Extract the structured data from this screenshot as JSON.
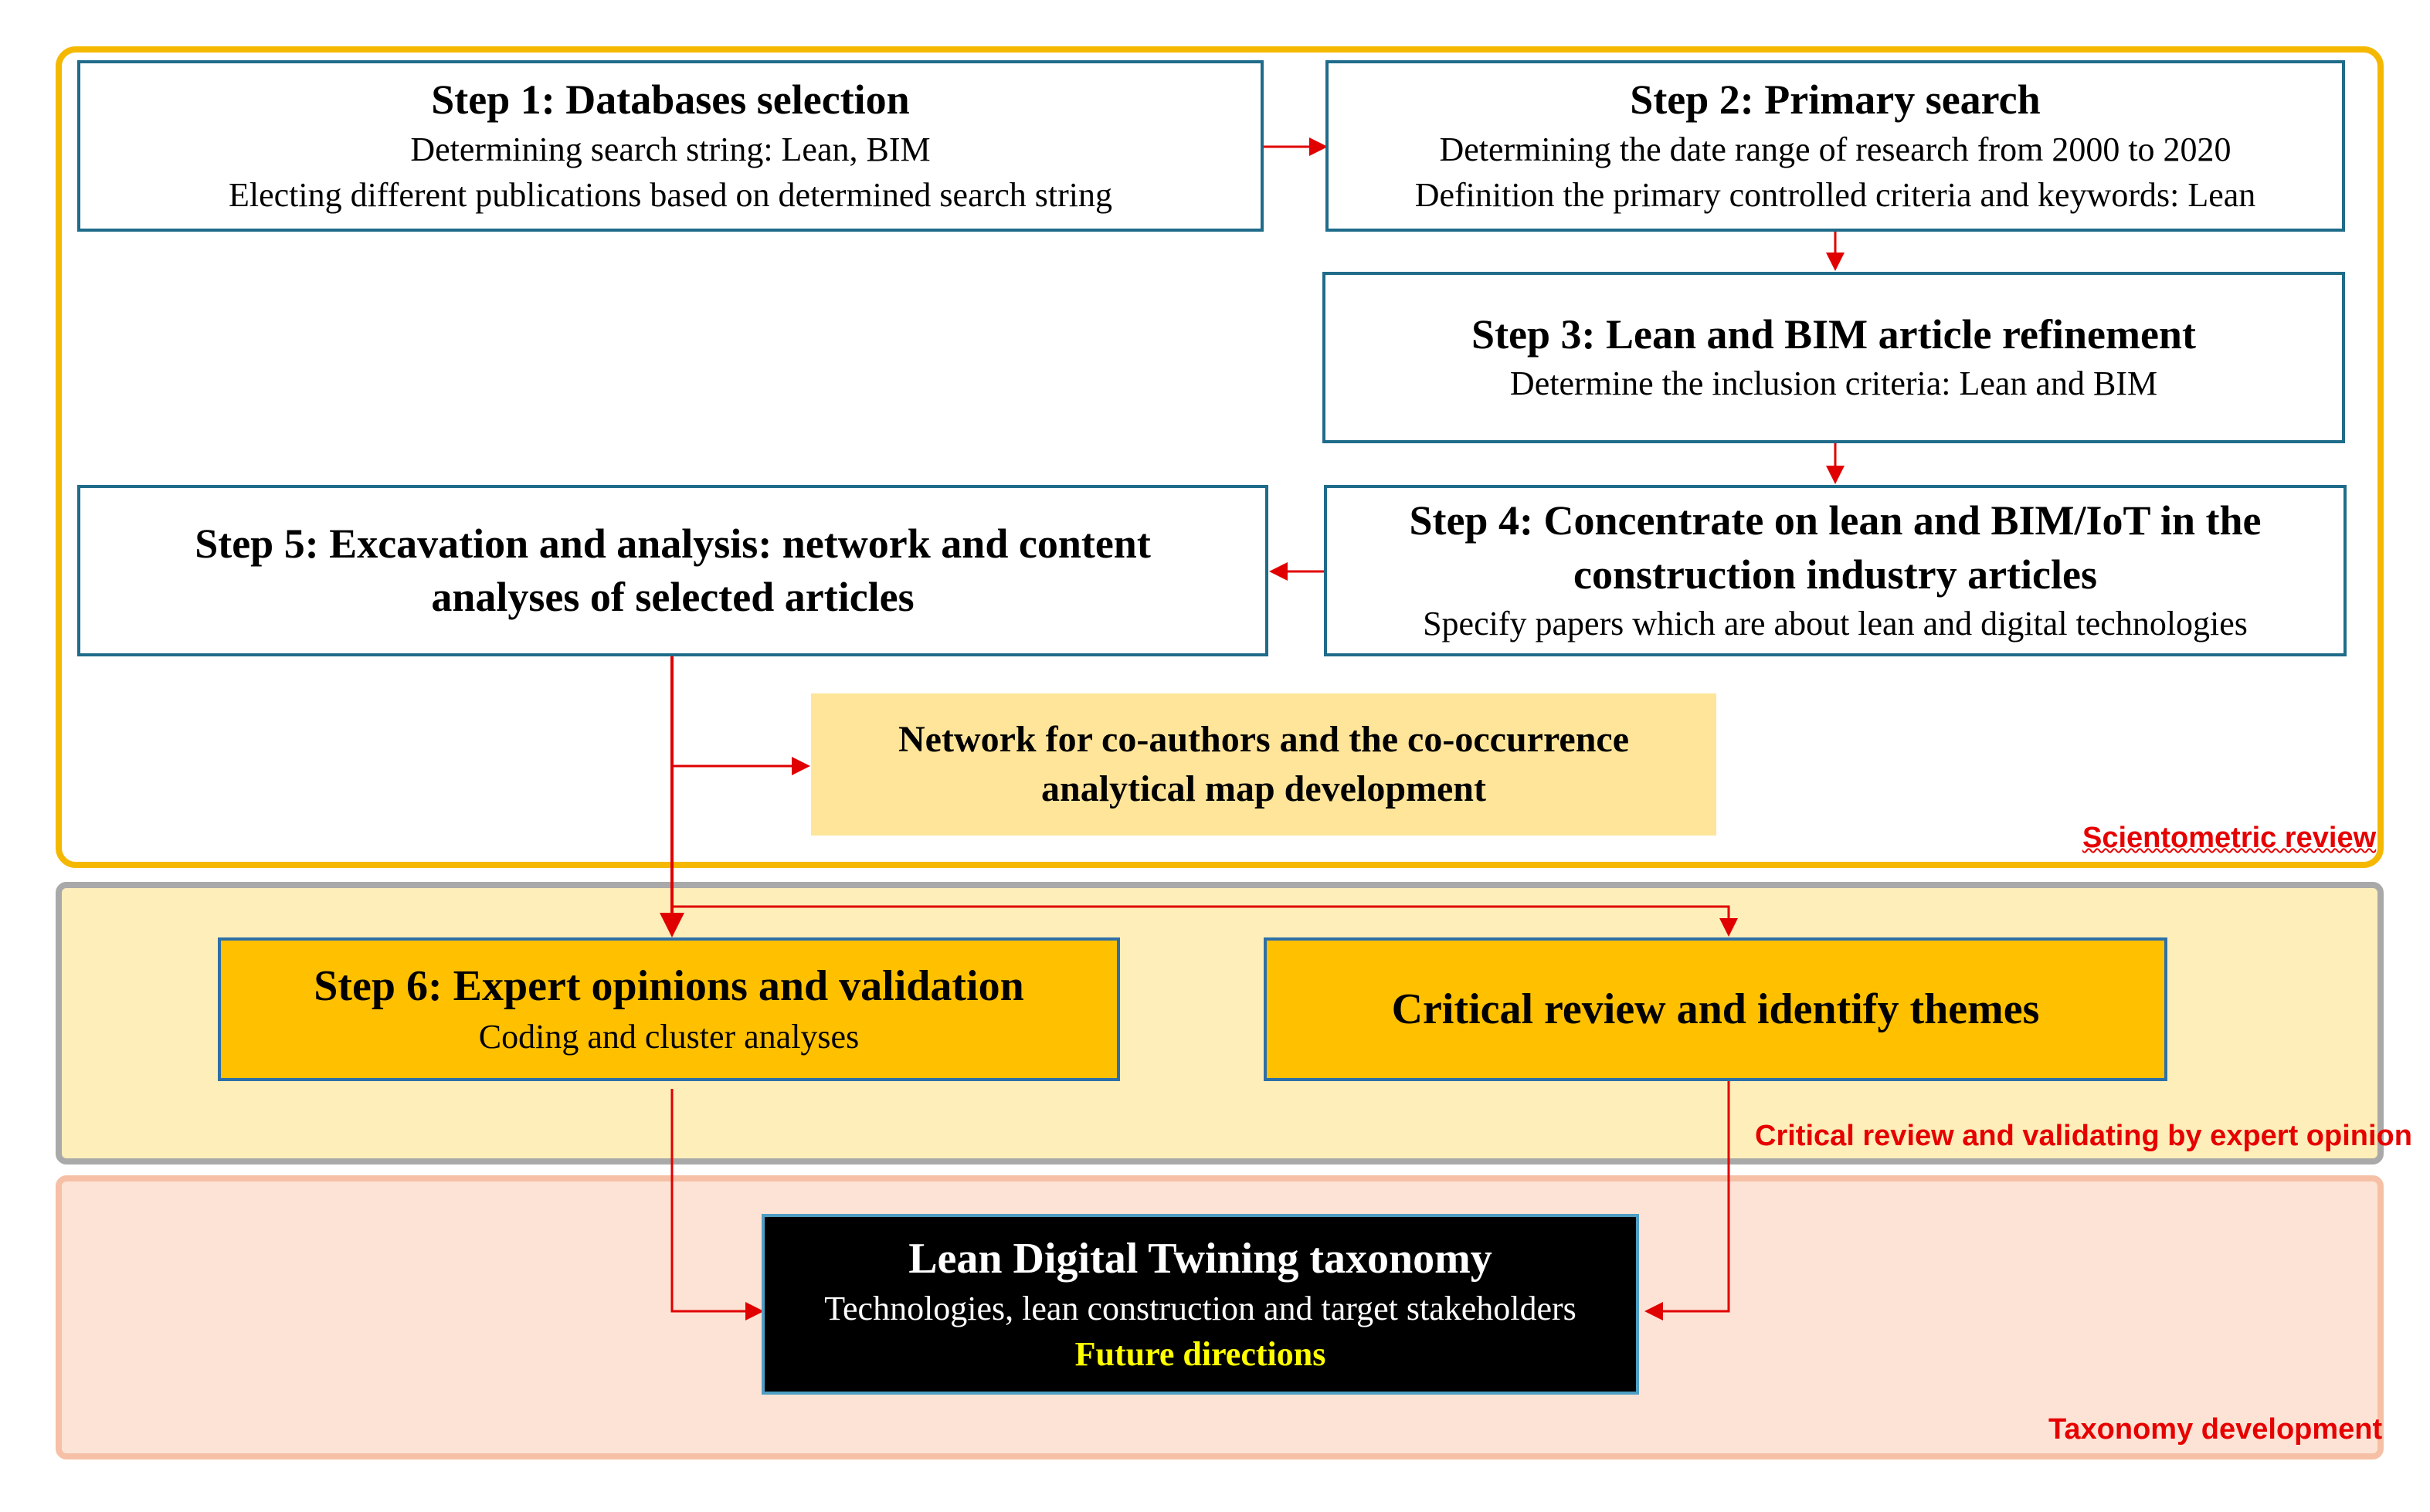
{
  "panels": {
    "scientometric": "Scientometric review",
    "critical": "Critical review and validating by expert opinion",
    "taxonomy": "Taxonomy development"
  },
  "steps": {
    "step1": {
      "title": "Step 1: Databases selection",
      "lines": [
        "Determining search string: Lean, BIM",
        "Electing different publications based on determined search string"
      ]
    },
    "step2": {
      "title": "Step 2: Primary search",
      "lines": [
        "Determining the date range of research from 2000 to 2020",
        "Definition the primary controlled criteria and keywords: Lean"
      ]
    },
    "step3": {
      "title": "Step 3: Lean and BIM article refinement",
      "lines": [
        "Determine the inclusion criteria: Lean and BIM"
      ]
    },
    "step4": {
      "title_lines": [
        "Step 4: Concentrate on lean and BIM/IoT in the",
        "construction industry articles"
      ],
      "lines": [
        "Specify papers which are about lean and digital technologies"
      ]
    },
    "step5": {
      "title_lines": [
        "Step 5: Excavation and analysis: network and content",
        "analyses of selected articles"
      ]
    },
    "network": {
      "title_lines": [
        "Network for co-authors and the co-occurrence",
        "analytical map development"
      ]
    },
    "step6": {
      "title": "Step 6: Expert opinions and validation",
      "lines": [
        "Coding and cluster analyses"
      ]
    },
    "critical_box": {
      "title": "Critical review and identify themes"
    },
    "taxonomy_box": {
      "title": "Lean Digital Twining taxonomy",
      "lines": [
        "Technologies, lean construction and target stakeholders"
      ],
      "highlight": "Future directions"
    }
  },
  "colors": {
    "arrow": "#e00000",
    "scientometric_border": "#f5b800",
    "critical_fill": "#fdeeba",
    "taxonomy_fill": "#fde3d5",
    "gold_box": "#ffc000",
    "highlight_text": "#ffff00"
  }
}
